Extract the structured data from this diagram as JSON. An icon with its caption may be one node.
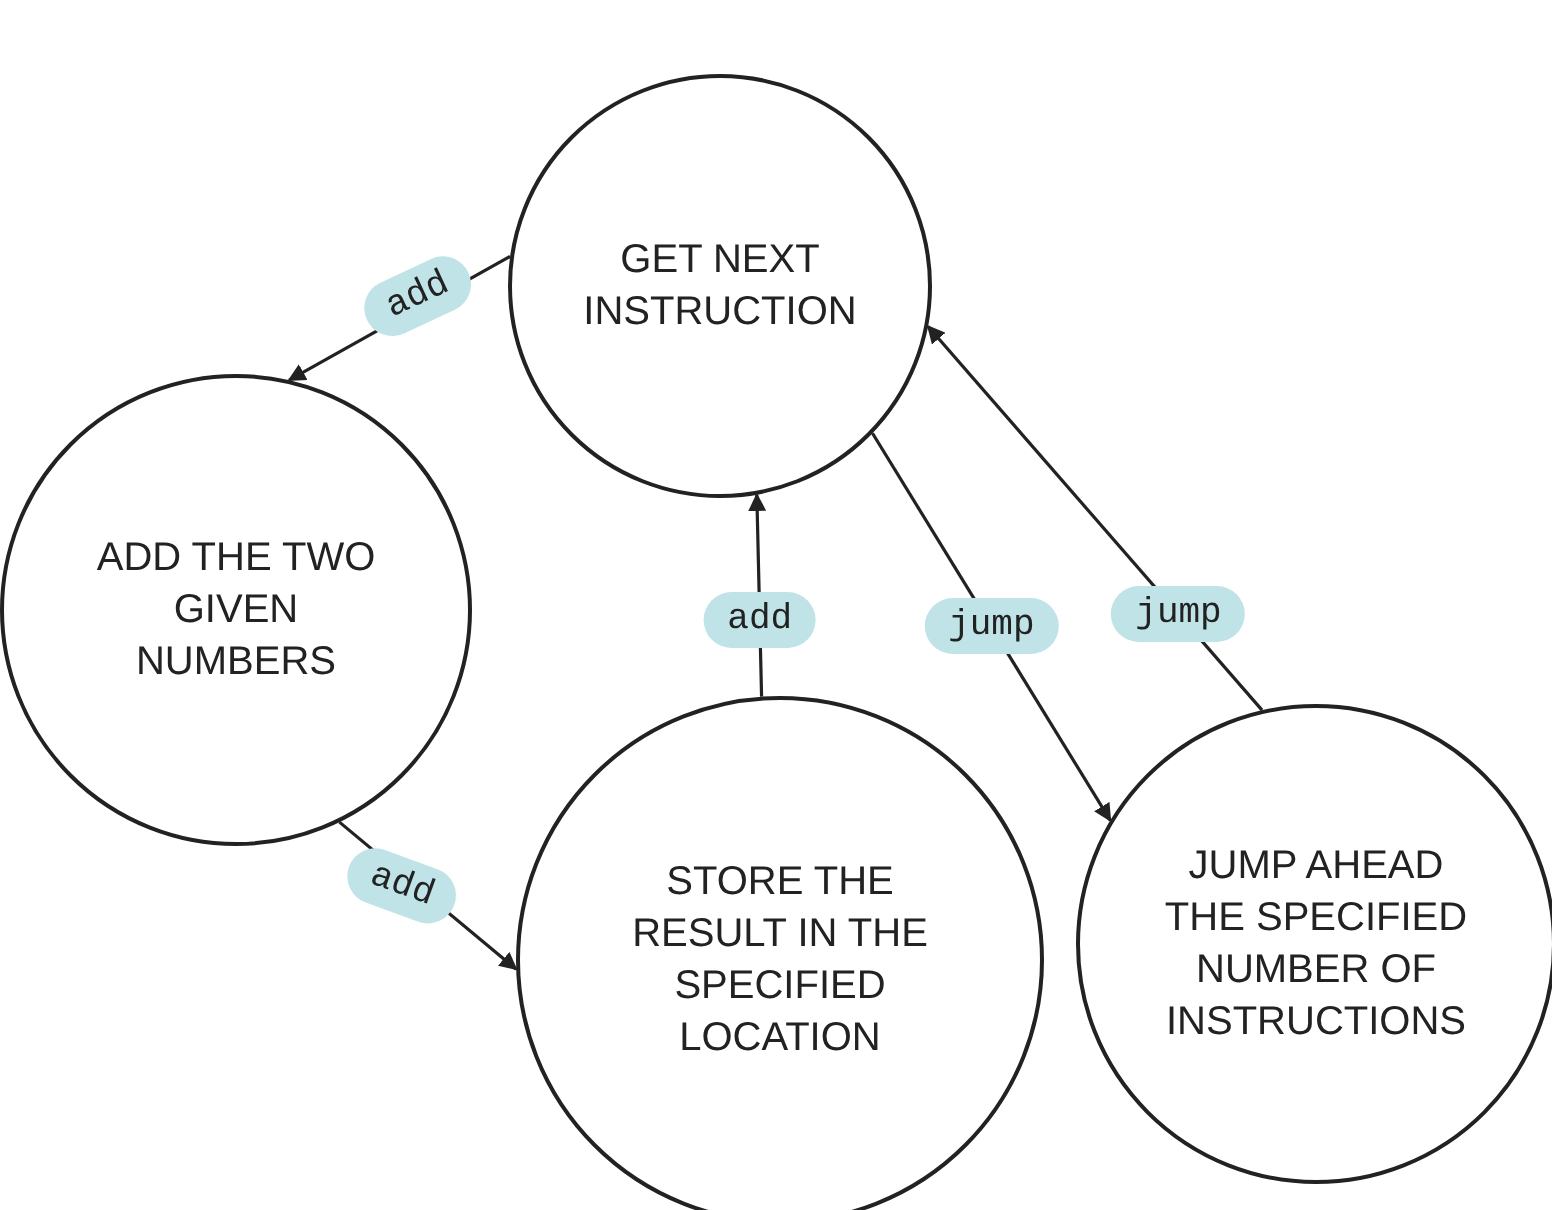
{
  "diagram": {
    "nodes": [
      {
        "text": [
          "GET NEXT INSTRUCTION"
        ]
      },
      {
        "text": [
          "ADD THE TWO GIVEN NUMBERS"
        ]
      },
      {
        "text": [
          "STORE THE RESULT IN THE SPECIFIED LOCATION"
        ]
      },
      {
        "text": [
          "JUMP AHEAD THE SPECIFIED NUMBER OF INSTRUCTIONS"
        ]
      }
    ],
    "edges": [
      {
        "from": 0,
        "to": 1,
        "arrow": "to",
        "label": "add"
      },
      {
        "from": 1,
        "to": 2,
        "arrow": "to",
        "label": "add"
      },
      {
        "from": 2,
        "to": 0,
        "arrow": "to",
        "label": "add"
      },
      {
        "from": 0,
        "to": 3,
        "arrow": "to",
        "label": "jump"
      },
      {
        "from": 3,
        "to": 0,
        "arrow": "to",
        "label": "jump"
      }
    ]
  }
}
